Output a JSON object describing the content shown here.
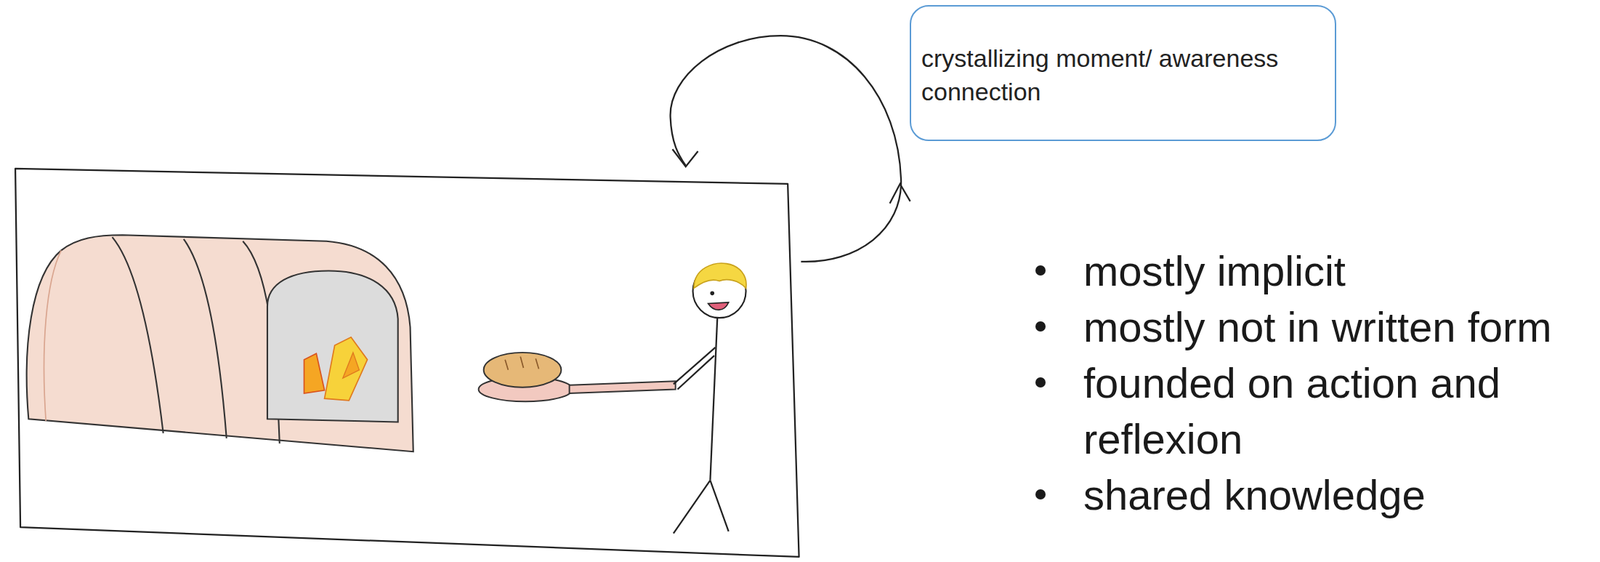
{
  "diagram": {
    "nodes": [
      {
        "text": [
          "crystallizing moment/ awareness connection"
        ]
      }
    ],
    "labels": [
      "mostly implicit",
      "mostly not in written form",
      "founded on action and reflexion",
      "shared knowledge"
    ]
  }
}
